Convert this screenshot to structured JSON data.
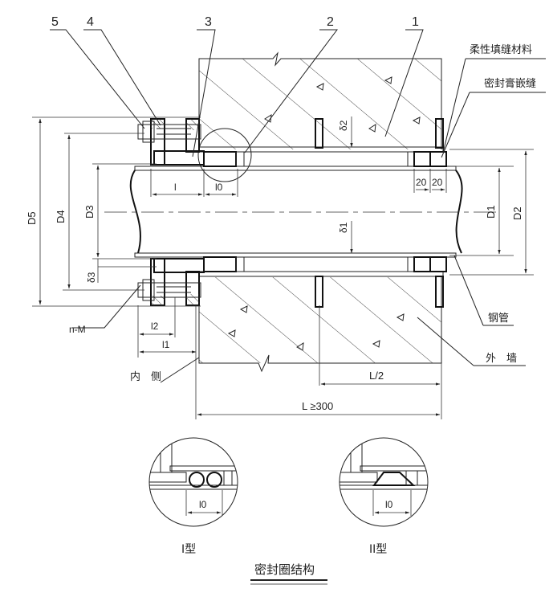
{
  "drawing": {
    "part_labels": [
      "1",
      "2",
      "3",
      "4",
      "5"
    ],
    "callouts": {
      "flexible_filler": "柔性填缝材料",
      "sealing_paste": "密封膏嵌缝",
      "steel_pipe": "钢管",
      "outer_wall": "外　墙",
      "inner_side": "内　侧",
      "bolt": "n-M"
    },
    "dimensions": {
      "D1": "D1",
      "D2": "D2",
      "D3": "D3",
      "D4": "D4",
      "D5": "D5",
      "delta1": "δ1",
      "delta2": "δ2",
      "delta3": "δ3",
      "l": "l",
      "l0": "l0",
      "l1": "l1",
      "l2": "l2",
      "seal_width_a": "20",
      "seal_width_b": "20",
      "half_length": "L/2",
      "total_length": "L ≥300"
    },
    "details": {
      "type1_label": "I型",
      "type2_label": "II型",
      "detail_dim": "l0",
      "caption": "密封圈结构"
    },
    "colors": {
      "ink": "#222222",
      "paper": "#ffffff"
    }
  }
}
